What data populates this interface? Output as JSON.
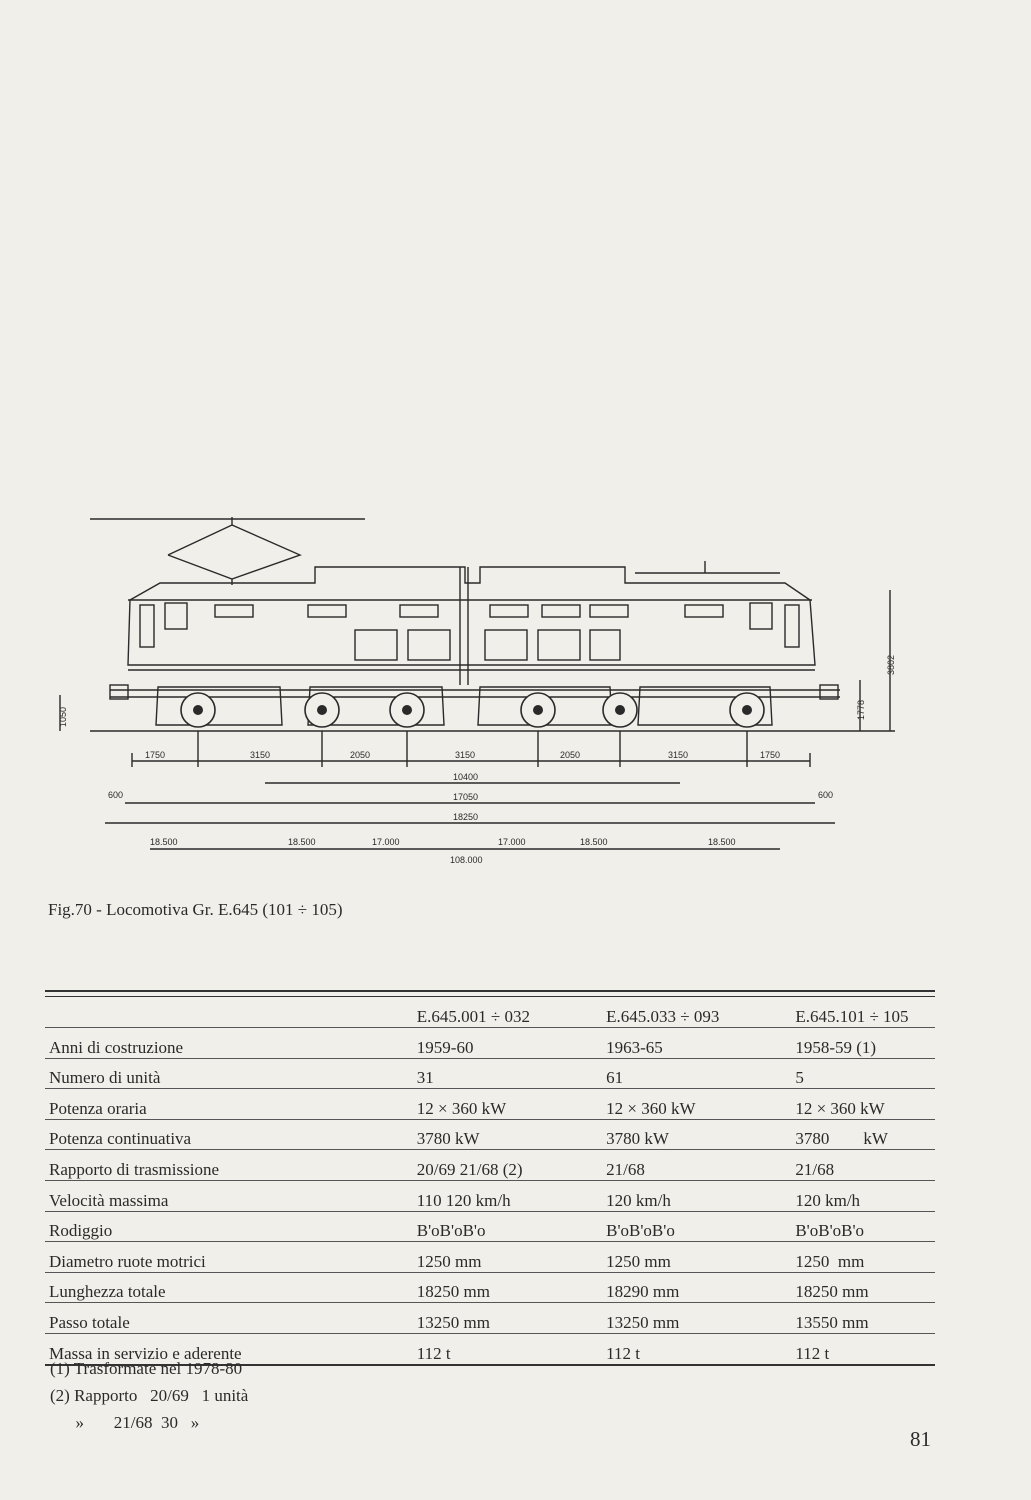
{
  "figure": {
    "dimensions": {
      "d1750_left": "1750",
      "d3150_left": "3150",
      "d2050_left": "2050",
      "d3150_mid": "3150",
      "d2050_right": "2050",
      "d3150_right": "3150",
      "d1750_right": "1750",
      "d10400": "10400",
      "d17050": "17050",
      "d18250": "18250",
      "d600_left": "600",
      "d600_right": "600",
      "d1050": "1050",
      "d1778": "1778",
      "d3802": "3802"
    },
    "loads": [
      "18.500",
      "18.500",
      "17.000",
      "17.000",
      "18.500",
      "18.500"
    ],
    "total_load": "108.000"
  },
  "caption": "Fig.70 - Locomotiva Gr. E.645 (101 ÷ 105)",
  "table": {
    "headers": [
      "E.645.001 ÷ 032",
      "E.645.033 ÷ 093",
      "E.645.101 ÷ 105"
    ],
    "rows": [
      {
        "label": "Anni di costruzione",
        "v": [
          "1959-60",
          "1963-65",
          "1958-59 (1)"
        ]
      },
      {
        "label": "Numero di unità",
        "v": [
          "31",
          "61",
          "5"
        ]
      },
      {
        "label": "Potenza oraria",
        "v": [
          "12 × 360 kW",
          "12 × 360 kW",
          "12 × 360 kW"
        ]
      },
      {
        "label": "Potenza continuativa",
        "v": [
          "3780 kW",
          "3780 kW",
          "3780        kW"
        ]
      },
      {
        "label": "Rapporto di trasmissione",
        "v": [
          "20/69 21/68 (2)",
          "21/68",
          "21/68"
        ]
      },
      {
        "label": "Velocità massima",
        "v": [
          "110 120 km/h",
          "120 km/h",
          "120 km/h"
        ]
      },
      {
        "label": "Rodiggio",
        "v": [
          "B'oB'oB'o",
          "B'oB'oB'o",
          "B'oB'oB'o"
        ]
      },
      {
        "label": "Diametro ruote motrici",
        "v": [
          "1250 mm",
          "1250 mm",
          "1250  mm"
        ]
      },
      {
        "label": "Lunghezza totale",
        "v": [
          "18250 mm",
          "18290 mm",
          "18250 mm"
        ]
      },
      {
        "label": "Passo totale",
        "v": [
          "13250 mm",
          "13250 mm",
          "13550 mm"
        ]
      },
      {
        "label": "Massa in servizio e aderente",
        "v": [
          "112 t",
          "112 t",
          "112 t"
        ]
      }
    ]
  },
  "notes": [
    "(1) Trasformate nel 1978-80",
    "(2) Rapporto   20/69   1 unità",
    "      »       21/68  30   »"
  ],
  "page_number": "81"
}
